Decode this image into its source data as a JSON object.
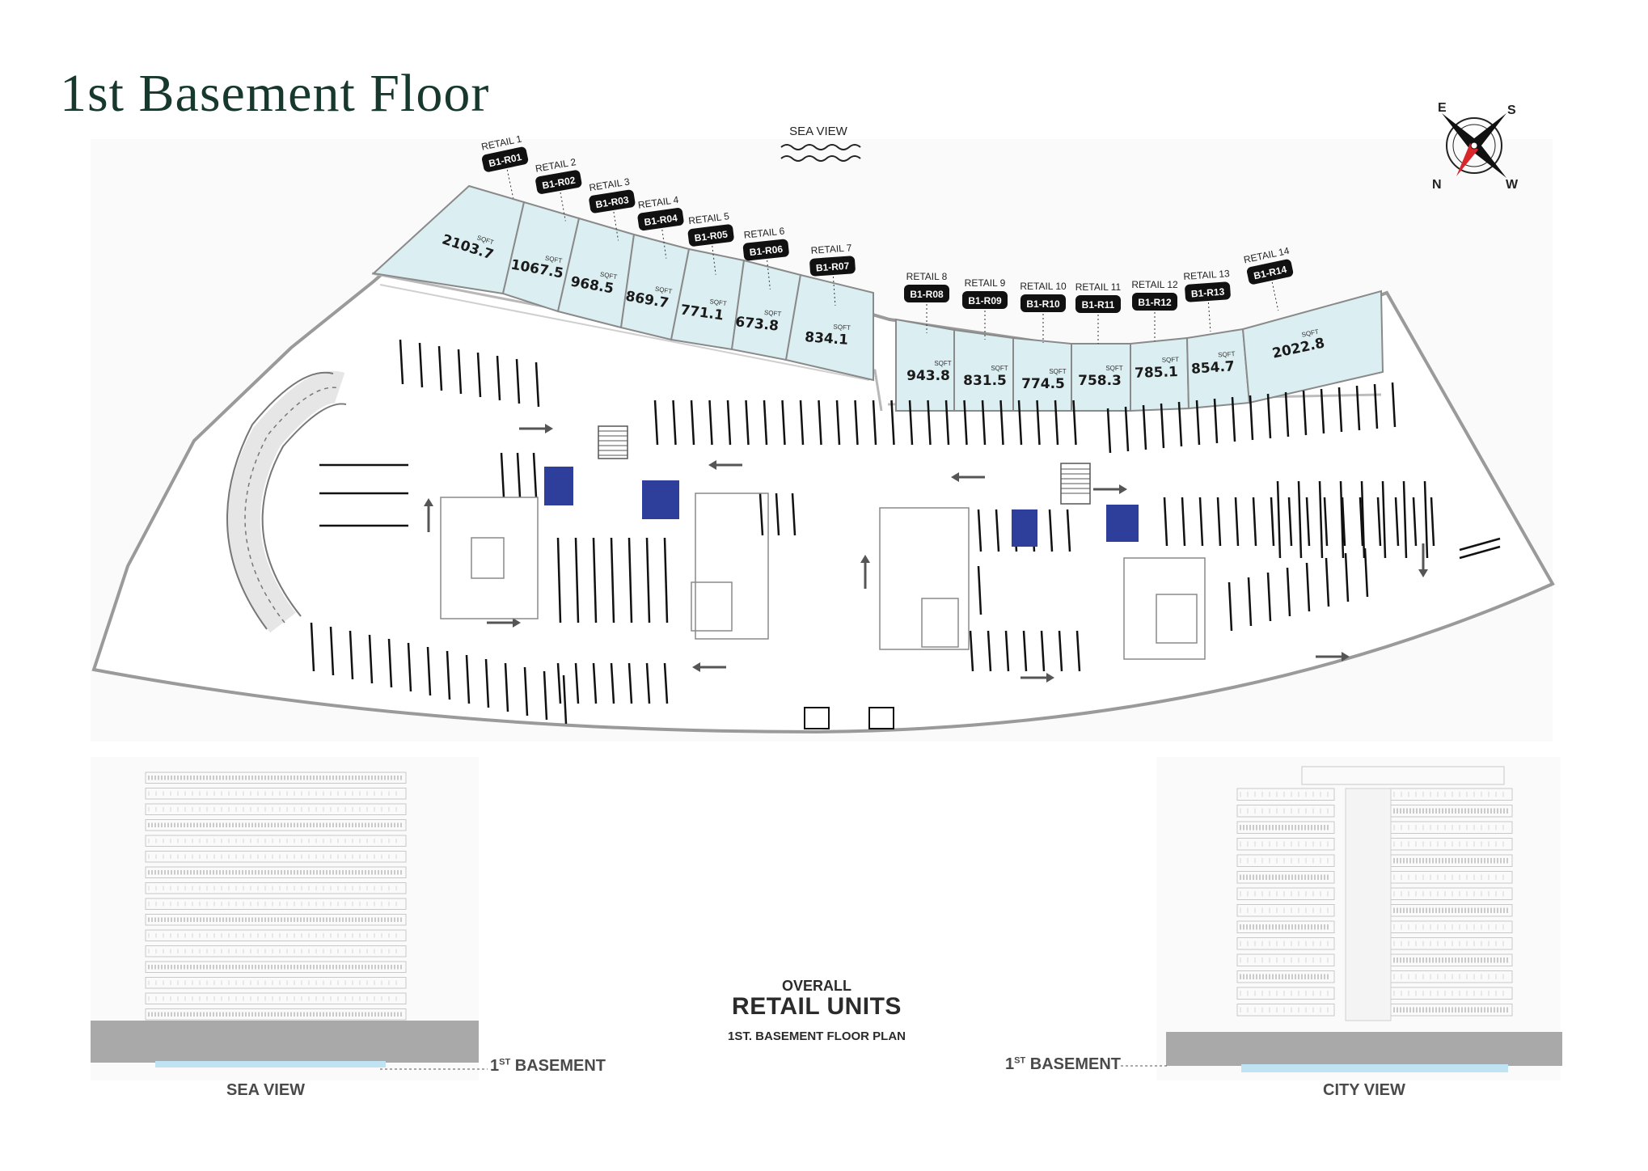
{
  "title": "1st Basement Floor",
  "sea_view_top": "SEA VIEW",
  "compass": {
    "e": "E",
    "s": "S",
    "n": "N",
    "w": "W"
  },
  "sqft_label": "SQFT",
  "units": [
    {
      "retail": "RETAIL 1",
      "code": "B1-R01",
      "area": "2103.7"
    },
    {
      "retail": "RETAIL 2",
      "code": "B1-R02",
      "area": "1067.5"
    },
    {
      "retail": "RETAIL 3",
      "code": "B1-R03",
      "area": "968.5"
    },
    {
      "retail": "RETAIL 4",
      "code": "B1-R04",
      "area": "869.7"
    },
    {
      "retail": "RETAIL 5",
      "code": "B1-R05",
      "area": "771.1"
    },
    {
      "retail": "RETAIL 6",
      "code": "B1-R06",
      "area": "673.8"
    },
    {
      "retail": "RETAIL 7",
      "code": "B1-R07",
      "area": "834.1"
    },
    {
      "retail": "RETAIL 8",
      "code": "B1-R08",
      "area": "943.8"
    },
    {
      "retail": "RETAIL 9",
      "code": "B1-R09",
      "area": "831.5"
    },
    {
      "retail": "RETAIL 10",
      "code": "B1-R10",
      "area": "774.5"
    },
    {
      "retail": "RETAIL 11",
      "code": "B1-R11",
      "area": "758.3"
    },
    {
      "retail": "RETAIL 12",
      "code": "B1-R12",
      "area": "785.1"
    },
    {
      "retail": "RETAIL 13",
      "code": "B1-R13",
      "area": "854.7"
    },
    {
      "retail": "RETAIL 14",
      "code": "B1-R14",
      "area": "2022.8"
    }
  ],
  "overview": {
    "line1": "OVERALL",
    "line2": "RETAIL UNITS",
    "line3": "1ST. BASEMENT FLOOR PLAN"
  },
  "elevations": {
    "sea_view": "SEA VIEW",
    "city_view": "CITY VIEW",
    "basement_num": "1",
    "basement_sup": "ST",
    "basement_text": "BASEMENT"
  },
  "colors": {
    "unit_fill": "#dbeef2",
    "title": "#17392d",
    "tag_bg": "#111111",
    "accent_red": "#d9262b",
    "facade_glass": "#bfe3f2"
  }
}
